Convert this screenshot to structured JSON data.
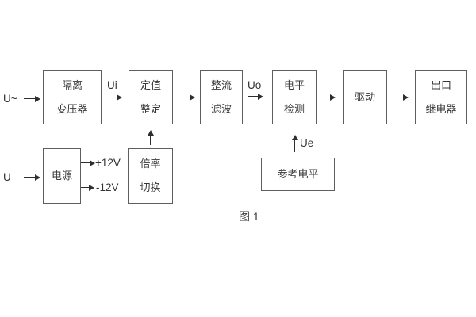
{
  "figure": {
    "caption": "图 1",
    "inputs": {
      "ac": "U~",
      "dc": "U –"
    },
    "signals": {
      "ui": "Ui",
      "uo": "Uo",
      "ue": "Ue",
      "rail_pos": "+12V",
      "rail_neg": "-12V"
    },
    "blocks": [
      {
        "id": "isolation-transformer",
        "lines": [
          "隔离",
          "变压器"
        ]
      },
      {
        "id": "setpoint-adjust",
        "lines": [
          "定值",
          "整定"
        ]
      },
      {
        "id": "rectifier-filter",
        "lines": [
          "整流",
          "滤波"
        ]
      },
      {
        "id": "level-detector",
        "lines": [
          "电平",
          "检测"
        ]
      },
      {
        "id": "driver",
        "lines": [
          "驱动"
        ]
      },
      {
        "id": "output-relay",
        "lines": [
          "出口",
          "继电器"
        ]
      },
      {
        "id": "power-supply",
        "lines": [
          "电源"
        ]
      },
      {
        "id": "ratio-switch",
        "lines": [
          "倍率",
          "切换"
        ]
      },
      {
        "id": "reference-level",
        "lines": [
          "参考电平"
        ]
      }
    ],
    "colors": {
      "background": "#ffffff",
      "box_border": "#5e5e5e",
      "text": "#383838",
      "arrow": "#2e2e2e"
    }
  }
}
